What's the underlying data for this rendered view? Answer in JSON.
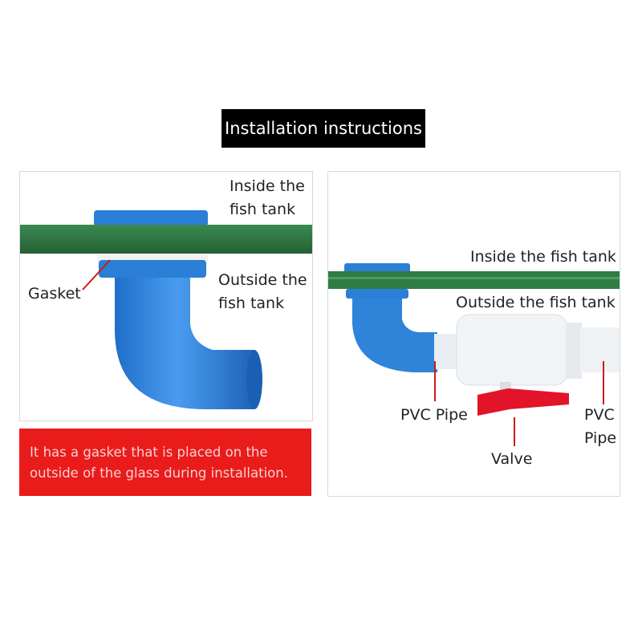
{
  "title": "Installation instructions",
  "left_panel": {
    "inside_label_line1": "Inside the",
    "inside_label_line2": "fish tank",
    "outside_label_line1": "Outside the",
    "outside_label_line2": "fish tank",
    "gasket_label": "Gasket"
  },
  "right_panel": {
    "inside_label": "Inside the fish tank",
    "outside_label": "Outside the fish tank",
    "pvc_pipe_left": "PVC Pipe",
    "pvc_pipe_right_line1": "PVC",
    "pvc_pipe_right_line2": "Pipe",
    "valve_label": "Valve"
  },
  "note": {
    "line1": "It has a gasket that is placed on the",
    "line2": "outside of the glass during installation."
  },
  "colors": {
    "glass": "#2e7d44",
    "pipe_blue": "#2f83d9",
    "valve_red": "#e3132a",
    "note_red": "#e91b1b",
    "pointer_red": "#cc1b1b"
  }
}
